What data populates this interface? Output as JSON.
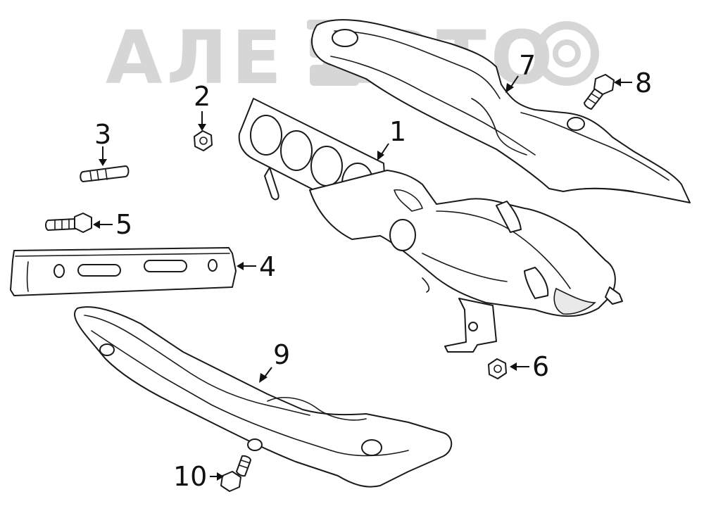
{
  "watermark": {
    "text": "АЛЕ АВТО"
  },
  "callouts": [
    {
      "id": "1",
      "label": "1"
    },
    {
      "id": "2",
      "label": "2"
    },
    {
      "id": "3",
      "label": "3"
    },
    {
      "id": "4",
      "label": "4"
    },
    {
      "id": "5",
      "label": "5"
    },
    {
      "id": "6",
      "label": "6"
    },
    {
      "id": "7",
      "label": "7"
    },
    {
      "id": "8",
      "label": "8"
    },
    {
      "id": "9",
      "label": "9"
    },
    {
      "id": "10",
      "label": "10"
    }
  ]
}
